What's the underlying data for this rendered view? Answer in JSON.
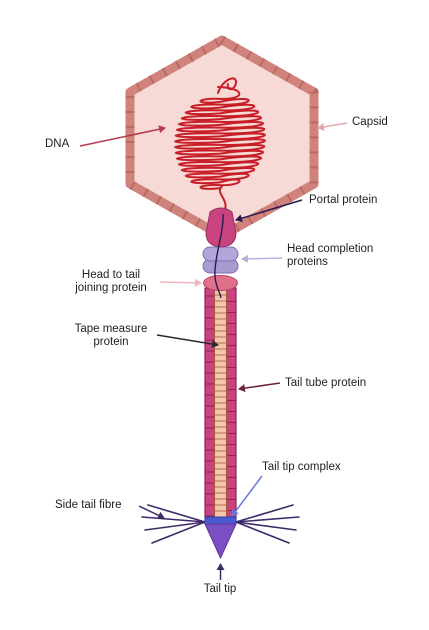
{
  "labels": {
    "dna": "DNA",
    "capsid": "Capsid",
    "portal_protein": "Portal protein",
    "head_completion_proteins": "Head completion\nproteins",
    "head_to_tail_joining_protein": "Head to tail\njoining protein",
    "tape_measure_protein": "Tape measure\nprotein",
    "tail_tube_protein": "Tail tube protein",
    "tail_tip_complex": "Tail tip complex",
    "side_tail_fibre": "Side tail fibre",
    "tail_tip": "Tail tip"
  },
  "colors": {
    "capsid_fill": "#f7d9d6",
    "capsid_edge": "#d0837c",
    "dna": "#c81e28",
    "portal": "#c9437f",
    "head_completion": "#a99ad2",
    "joining": "#e0718a",
    "tail_tube": "#c9437f",
    "tape_measure": "#f4c7ad",
    "tip_complex": "#4a5bd0",
    "tail_tip": "#7b4fc4",
    "fibre": "#3d2b6a",
    "arrow_dna": "#b33a4f",
    "arrow_capsid": "#e2a9ad",
    "arrow_portal": "#2a1850",
    "arrow_head_completion": "#b8b0dd",
    "arrow_joining": "#efb5bc",
    "arrow_tape": "#2a2a2a",
    "arrow_tail_tube": "#6d2140",
    "arrow_tip_complex": "#6677e0",
    "arrow_side_fibre": "#3d2b6a",
    "arrow_tail_tip": "#3d2b6a"
  }
}
